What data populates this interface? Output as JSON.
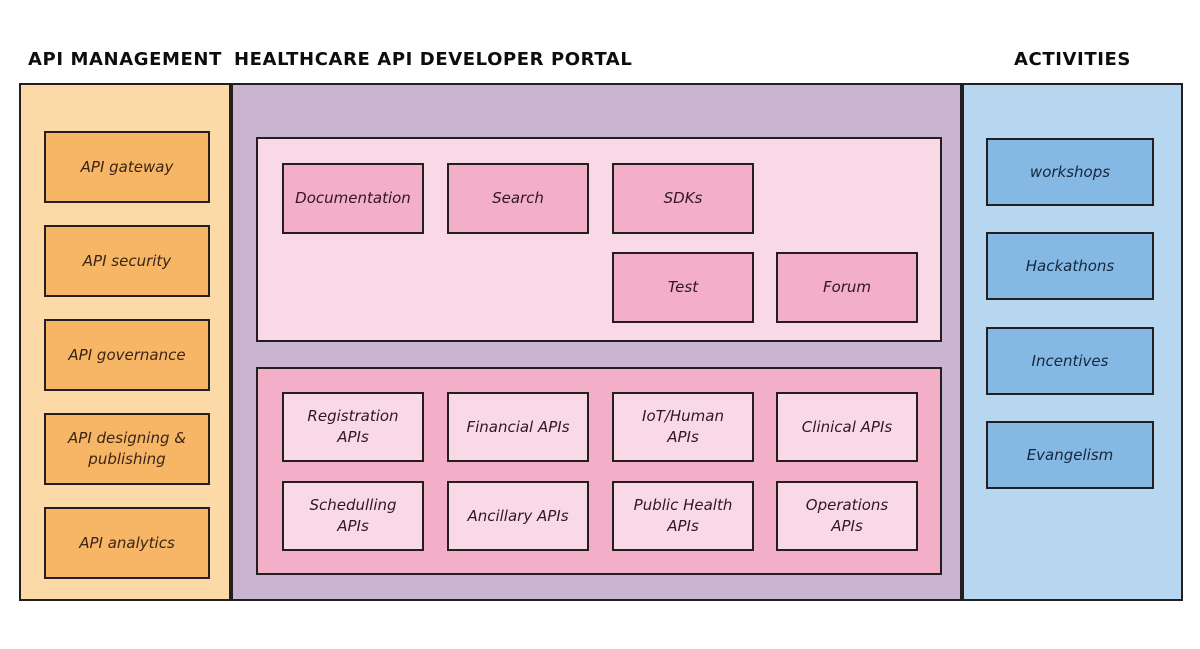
{
  "api_management": {
    "title": "API MANAGEMENT",
    "items": [
      "API gateway",
      "API security",
      "API governance",
      "API designing & publishing",
      "API analytics"
    ]
  },
  "portal": {
    "title": "HEALTHCARE API DEVELOPER PORTAL",
    "tools_section": {
      "row1": [
        "Documentation",
        "Search",
        "SDKs"
      ],
      "row2": [
        "Test",
        "Forum"
      ]
    },
    "apis_section": {
      "row1": [
        "Registration APIs",
        "Financial APIs",
        "IoT/Human APIs",
        "Clinical APIs"
      ],
      "row2": [
        "Schedulling APIs",
        "Ancillary APIs",
        "Public Health APIs",
        "Operations APIs"
      ]
    }
  },
  "activities": {
    "title": "ACTIVITIES",
    "items": [
      "workshops",
      "Hackathons",
      "Incentives",
      "Evangelism"
    ]
  },
  "palette": {
    "background": "#ffffff",
    "outline": "#231f20",
    "api_management_bg": "#fcdaa8",
    "api_management_box": "#f7b566",
    "portal_bg": "#c9b5d0",
    "portal_tools_bg": "#fad9e6",
    "portal_tools_box": "#f3aec8",
    "portal_apis_bg": "#f3aec8",
    "portal_apis_box": "#fad9e6",
    "activities_bg": "#b7d7f0",
    "activities_box": "#85b9e3"
  }
}
